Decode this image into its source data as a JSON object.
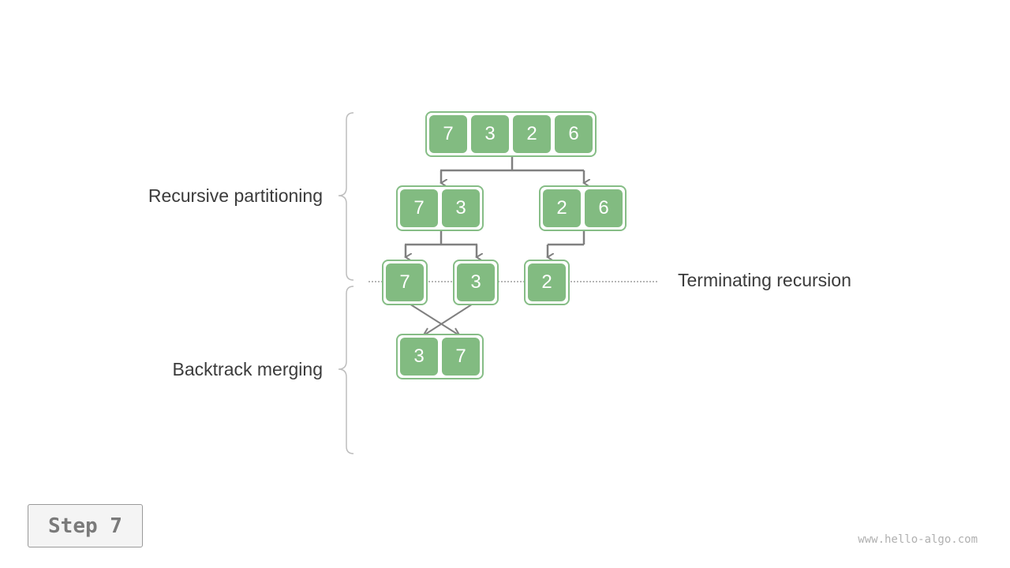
{
  "labels": {
    "partition": "Recursive partitioning",
    "terminate": "Terminating recursion",
    "merge": "Backtrack merging"
  },
  "step": "Step 7",
  "watermark": "www.hello-algo.com",
  "arrays": {
    "root": [
      "7",
      "3",
      "2",
      "6"
    ],
    "left": [
      "7",
      "3"
    ],
    "right": [
      "2",
      "6"
    ],
    "leaf_a": [
      "7"
    ],
    "leaf_b": [
      "3"
    ],
    "leaf_c": [
      "2"
    ],
    "merged": [
      "3",
      "7"
    ]
  },
  "colors": {
    "cell": "#82bb81",
    "border": "#86bd86",
    "arrow": "#808080"
  }
}
